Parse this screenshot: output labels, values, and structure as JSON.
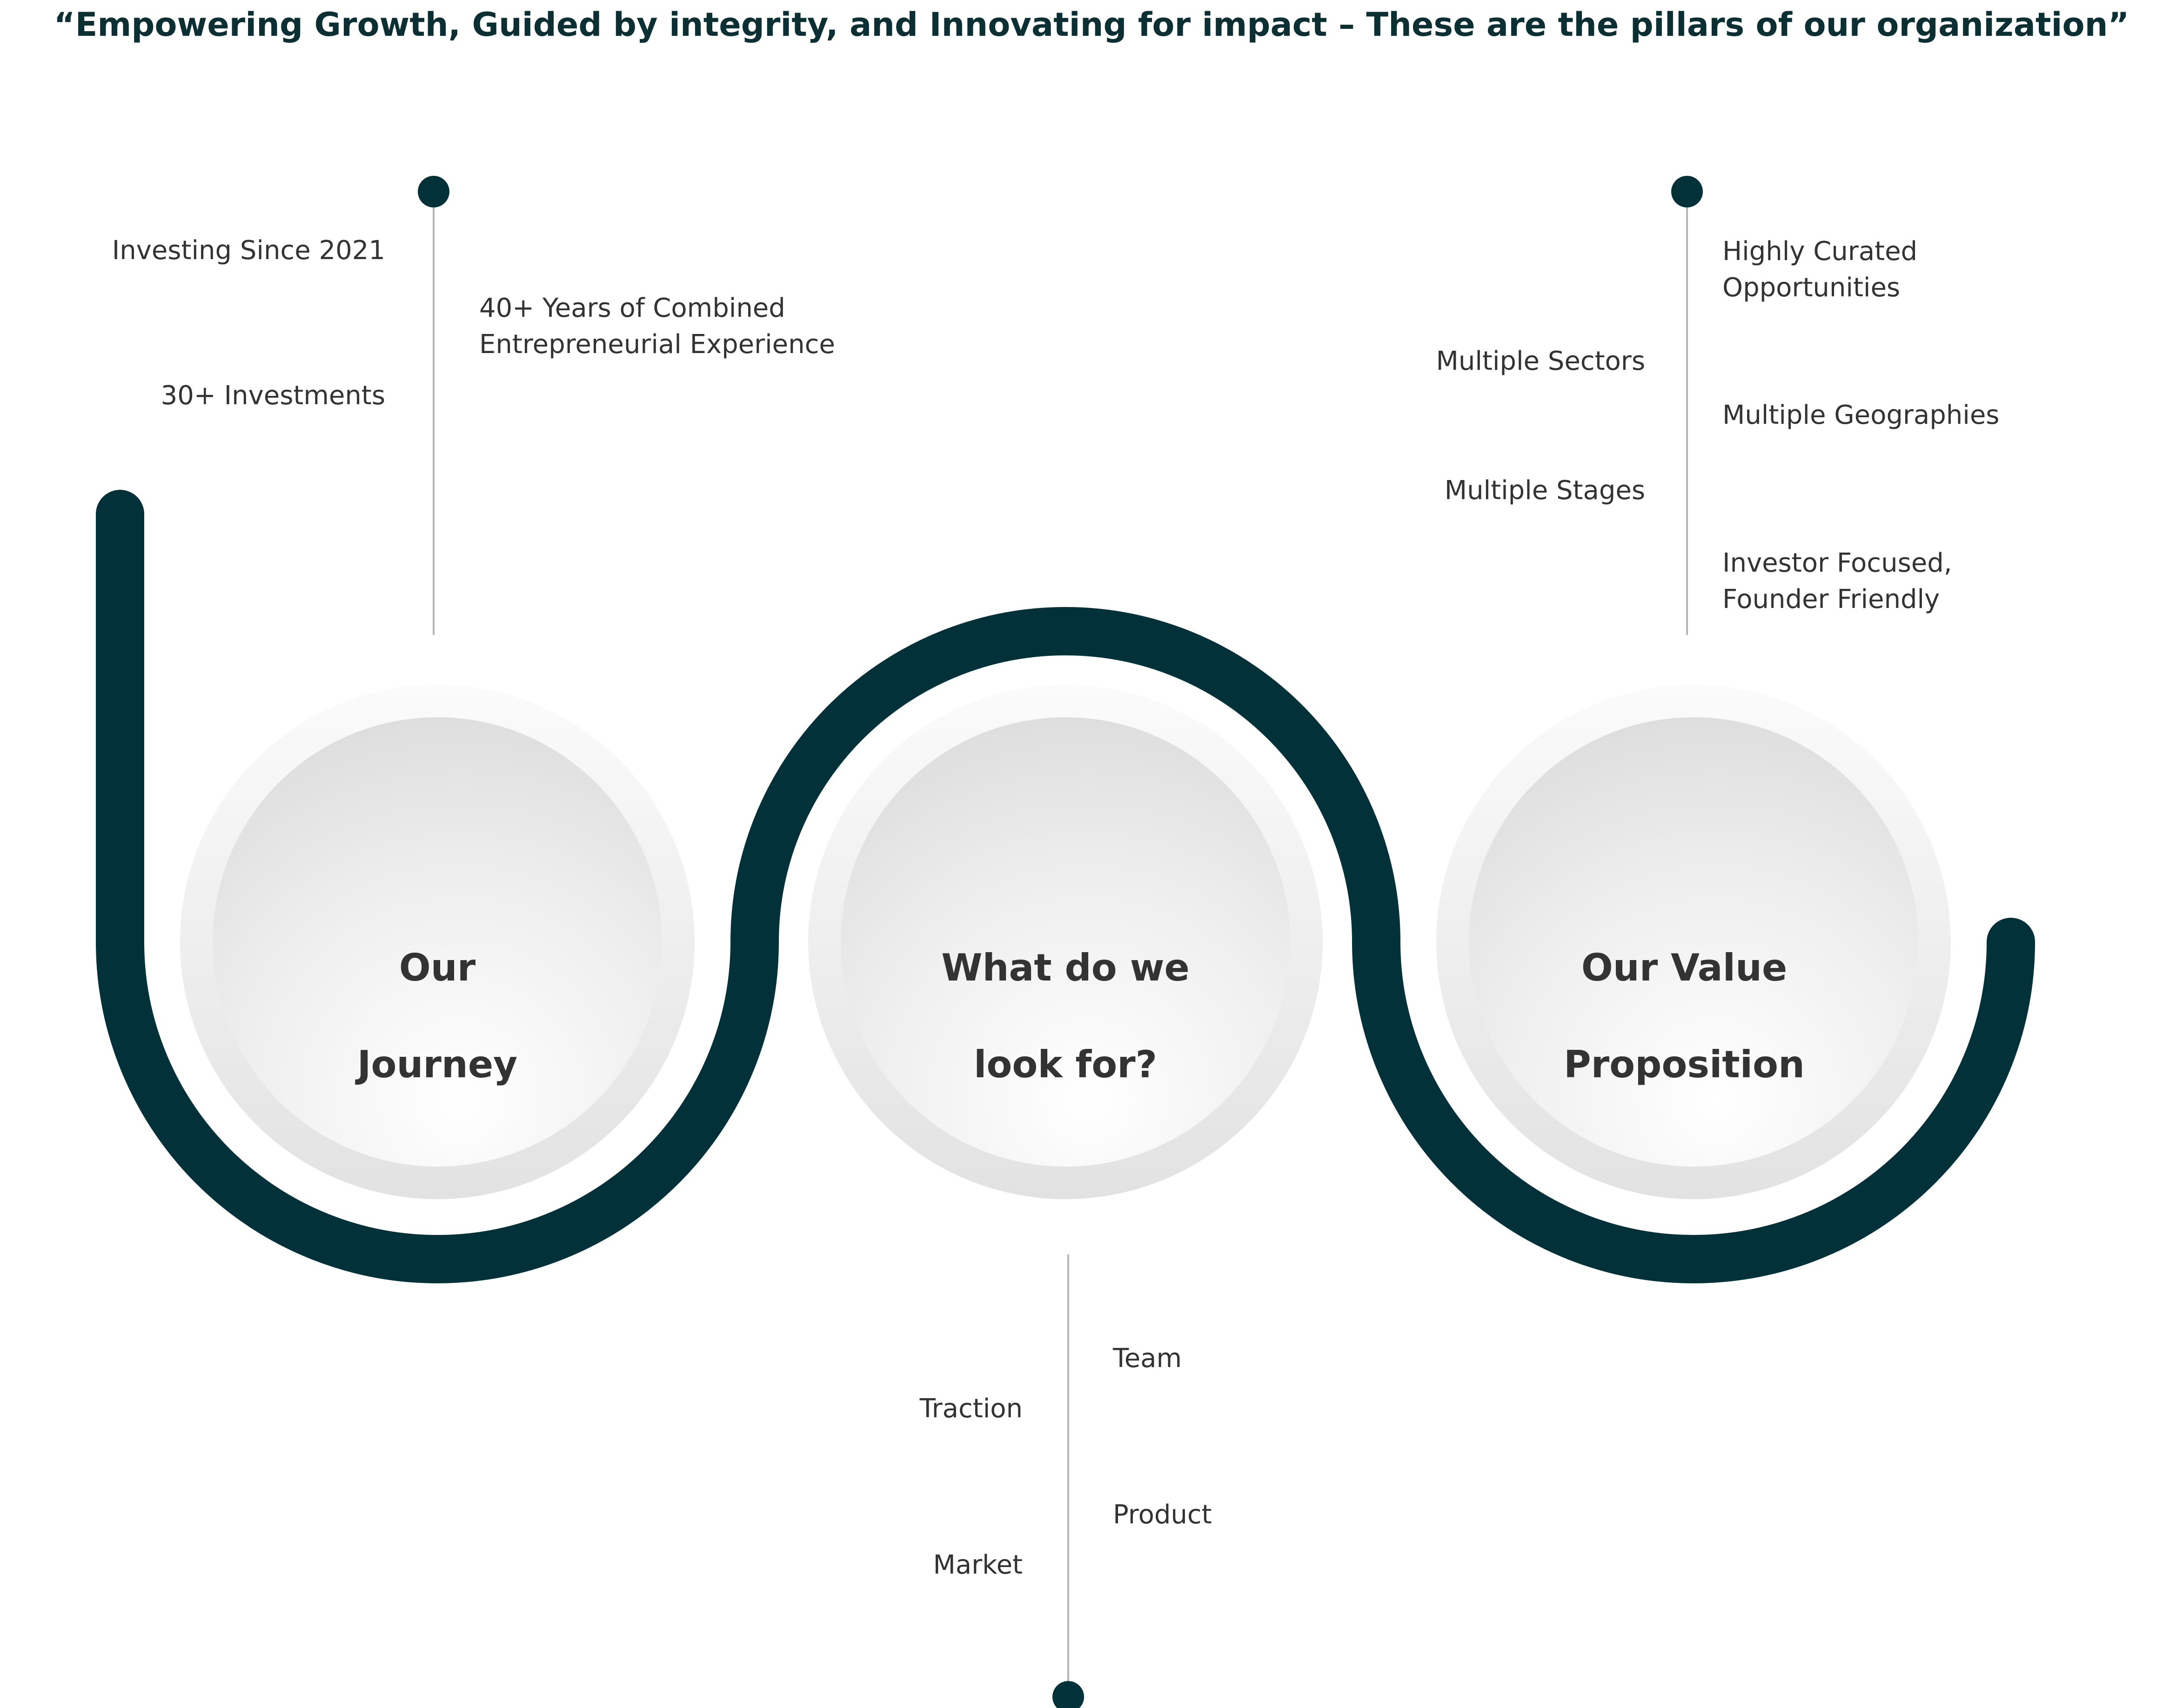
{
  "tagline": "“Empowering Growth, Guided by integrity, and Innovating for impact – These are the pillars of our organization”",
  "colors": {
    "accent": "#03313A",
    "text": "#333333",
    "connector": "#b5b5b5"
  },
  "pillars": [
    {
      "title_line1": "Our",
      "title_line2": "Journey",
      "left_items": [
        "Investing Since 2021",
        "30+ Investments"
      ],
      "right_items": [
        "40+ Years of Combined",
        "Entrepreneurial Experience"
      ]
    },
    {
      "title_line1": "What do we",
      "title_line2": "look for?",
      "left_items": [
        "Traction",
        "Market"
      ],
      "right_items": [
        "Team",
        "Product"
      ]
    },
    {
      "title_line1": "Our Value",
      "title_line2": "Proposition",
      "left_items": [
        "Multiple Sectors",
        "Multiple Stages"
      ],
      "right_items": [
        "Highly Curated",
        "Opportunities",
        "Multiple Geographies",
        "Investor Focused,",
        "Founder Friendly"
      ]
    }
  ]
}
